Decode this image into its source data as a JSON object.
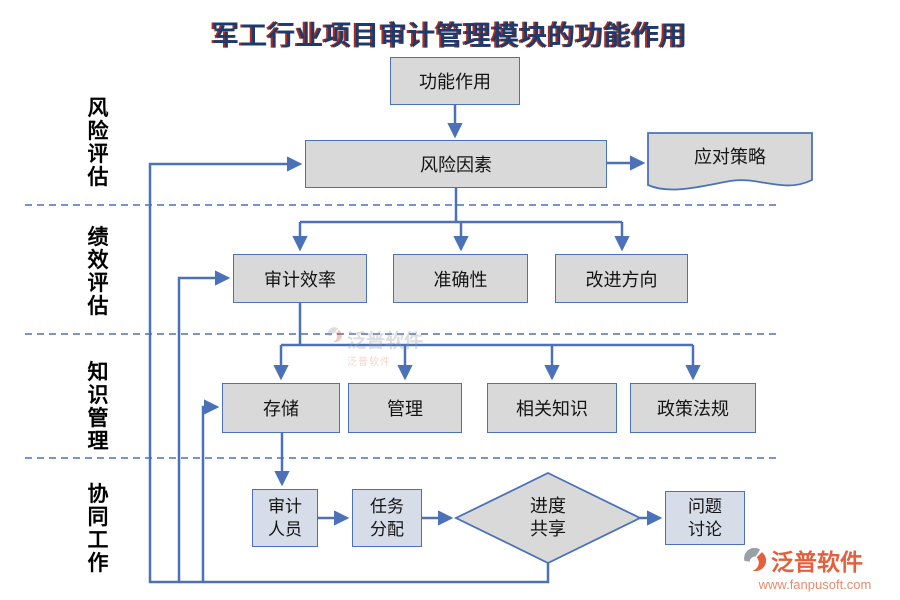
{
  "title": "军工行业项目审计管理模块的功能作用",
  "sections": [
    {
      "label": "风险评估"
    },
    {
      "label": "绩效评估"
    },
    {
      "label": "知识管理"
    },
    {
      "label": "协同工作"
    }
  ],
  "nodes": {
    "function_role": {
      "label": "功能作用",
      "shape": "rect"
    },
    "risk_factors": {
      "label": "风险因素",
      "shape": "rect"
    },
    "response_strategy": {
      "label": "应对策略",
      "shape": "document"
    },
    "audit_efficiency": {
      "label": "审计效率",
      "shape": "rect"
    },
    "accuracy": {
      "label": "准确性",
      "shape": "rect"
    },
    "improvement_direction": {
      "label": "改进方向",
      "shape": "rect"
    },
    "storage": {
      "label": "存储",
      "shape": "rect"
    },
    "management": {
      "label": "管理",
      "shape": "rect"
    },
    "related_knowledge": {
      "label": "相关知识",
      "shape": "rect"
    },
    "policies_regulations": {
      "label": "政策法规",
      "shape": "rect"
    },
    "audit_personnel": {
      "label": "审计人员",
      "lines": [
        "审计",
        "人员"
      ],
      "shape": "rect"
    },
    "task_allocation": {
      "label": "任务分配",
      "lines": [
        "任务",
        "分配"
      ],
      "shape": "rect"
    },
    "progress_sharing": {
      "label": "进度共享",
      "lines": [
        "进度",
        "共享"
      ],
      "shape": "diamond"
    },
    "issue_discussion": {
      "label": "问题讨论",
      "lines": [
        "问题",
        "讨论"
      ],
      "shape": "rect"
    }
  },
  "edges": [
    {
      "from": "功能作用",
      "to": "风险因素"
    },
    {
      "from": "风险因素",
      "to": "应对策略"
    },
    {
      "from": "风险因素",
      "to": "审计效率"
    },
    {
      "from": "风险因素",
      "to": "准确性"
    },
    {
      "from": "风险因素",
      "to": "改进方向"
    },
    {
      "from": "审计效率",
      "to": "存储"
    },
    {
      "from": "审计效率",
      "to": "管理"
    },
    {
      "from": "审计效率",
      "to": "相关知识"
    },
    {
      "from": "审计效率",
      "to": "政策法规"
    },
    {
      "from": "存储",
      "to": "审计人员"
    },
    {
      "from": "审计人员",
      "to": "任务分配"
    },
    {
      "from": "任务分配",
      "to": "进度共享"
    },
    {
      "from": "进度共享",
      "to": "问题讨论"
    },
    {
      "from": "进度共享",
      "to": "风险因素"
    },
    {
      "from": "进度共享",
      "to": "审计效率"
    },
    {
      "from": "进度共享",
      "to": "存储"
    }
  ],
  "watermark": {
    "brand": "泛普软件",
    "url": "www.fanpusoft.com"
  },
  "colors": {
    "box_fill": "#d9d9d9",
    "box_fill_blue": "#d6dce8",
    "border_blue": "#4b72b8",
    "connector_blue": "#4b72b8",
    "title_blue": "#1c3a6e",
    "title_red_shadow": "#b02c1a",
    "watermark_orange": "#e2603c"
  }
}
